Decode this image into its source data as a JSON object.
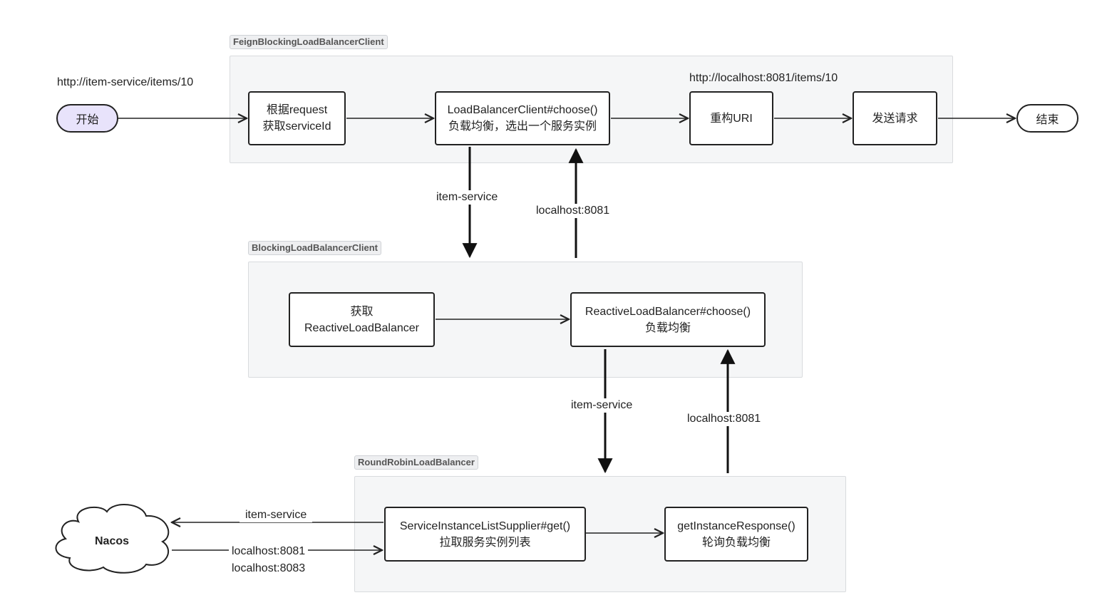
{
  "groups": {
    "feign": "FeignBlockingLoadBalancerClient",
    "blocking": "BlockingLoadBalancerClient",
    "roundrobin": "RoundRobinLoadBalancer"
  },
  "nodes": {
    "start": "开始",
    "end": "结束",
    "get_service_id": [
      "根据request",
      "获取serviceId"
    ],
    "lb_choose": [
      "LoadBalancerClient#choose()",
      "负载均衡，选出一个服务实例"
    ],
    "rebuild_uri": "重构URI",
    "send_request": "发送请求",
    "get_reactive": [
      "获取",
      "ReactiveLoadBalancer"
    ],
    "reactive_choose": [
      "ReactiveLoadBalancer#choose()",
      "负载均衡"
    ],
    "supplier_get": [
      "ServiceInstanceListSupplier#get()",
      "拉取服务实例列表"
    ],
    "get_instance": [
      "getInstanceResponse()",
      "轮询负载均衡"
    ],
    "nacos": "Nacos"
  },
  "labels": {
    "request_url": "http://item-service/items/10",
    "resolved_url": "http://localhost:8081/items/10",
    "item_service_1": "item-service",
    "localhost_1": "localhost:8081",
    "item_service_2": "item-service",
    "localhost_2": "localhost:8081",
    "item_service_3": "item-service",
    "localhost_3a": "localhost:8081",
    "localhost_3b": "localhost:8083"
  }
}
